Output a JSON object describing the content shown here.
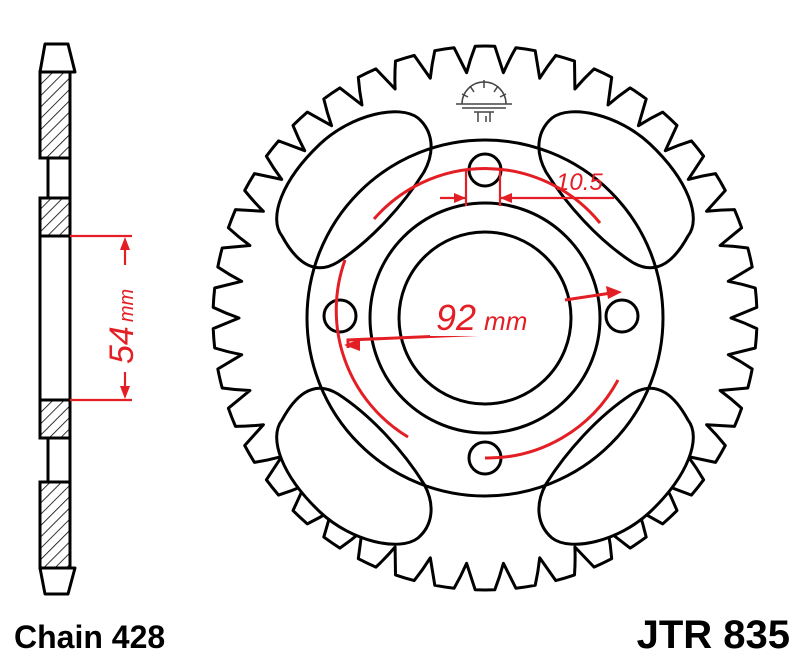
{
  "diagram": {
    "chain_label": "Chain 428",
    "part_number": "JTR 835",
    "dim_hole_center": "54",
    "dim_hole_center_unit": "mm",
    "dim_pcd": "92",
    "dim_pcd_unit": "mm",
    "dim_bolt_hole": "10.5",
    "teeth": 42,
    "bolt_holes": 4,
    "colors": {
      "outline": "#000000",
      "dimension": "#e31e24",
      "hatch": "#000000"
    },
    "icons": [
      "manufacturer-logo-icon"
    ]
  }
}
